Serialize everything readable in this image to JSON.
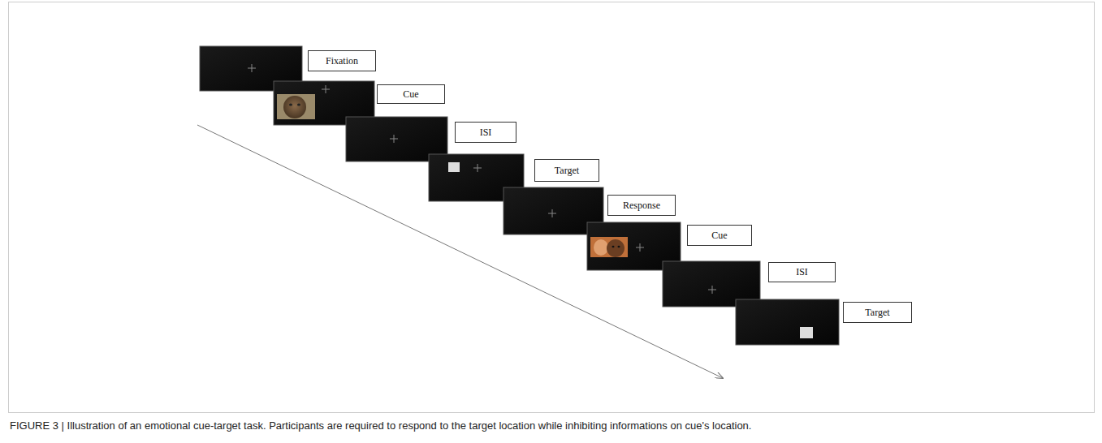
{
  "diagram": {
    "caption": "FIGURE 3 | Illustration of an emotional cue-target task. Participants are required to respond to the target location while inhibiting informations on cue's location.",
    "nodes": [
      {
        "text": [
          "Fixation"
        ]
      },
      {
        "text": [
          "Cue"
        ]
      },
      {
        "text": [
          "ISI"
        ]
      },
      {
        "text": [
          "Target"
        ]
      },
      {
        "text": [
          "Response"
        ]
      },
      {
        "text": [
          "Cue"
        ]
      },
      {
        "text": [
          "ISI"
        ]
      },
      {
        "text": [
          "Target"
        ]
      }
    ]
  }
}
